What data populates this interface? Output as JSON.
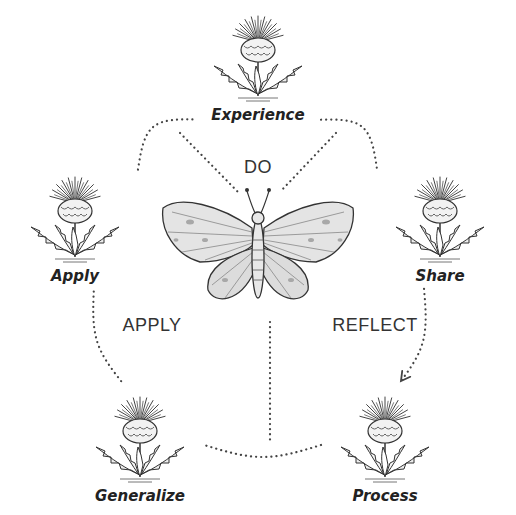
{
  "diagram": {
    "nodes": [
      {
        "text": [
          "Experience"
        ]
      },
      {
        "text": [
          "Share"
        ]
      },
      {
        "text": [
          "Process"
        ]
      },
      {
        "text": [
          "Generalize"
        ]
      },
      {
        "text": [
          "Apply"
        ]
      }
    ],
    "edges": [
      {
        "from": 0,
        "to": 1,
        "arrow": "none"
      },
      {
        "from": 1,
        "to": 2,
        "arrow": "to"
      },
      {
        "from": 2,
        "to": 3,
        "arrow": "none"
      },
      {
        "from": 3,
        "to": 4,
        "arrow": "none"
      },
      {
        "from": 4,
        "to": 0,
        "arrow": "none"
      }
    ],
    "labels": [
      "DO",
      "REFLECT",
      "APPLY"
    ]
  }
}
